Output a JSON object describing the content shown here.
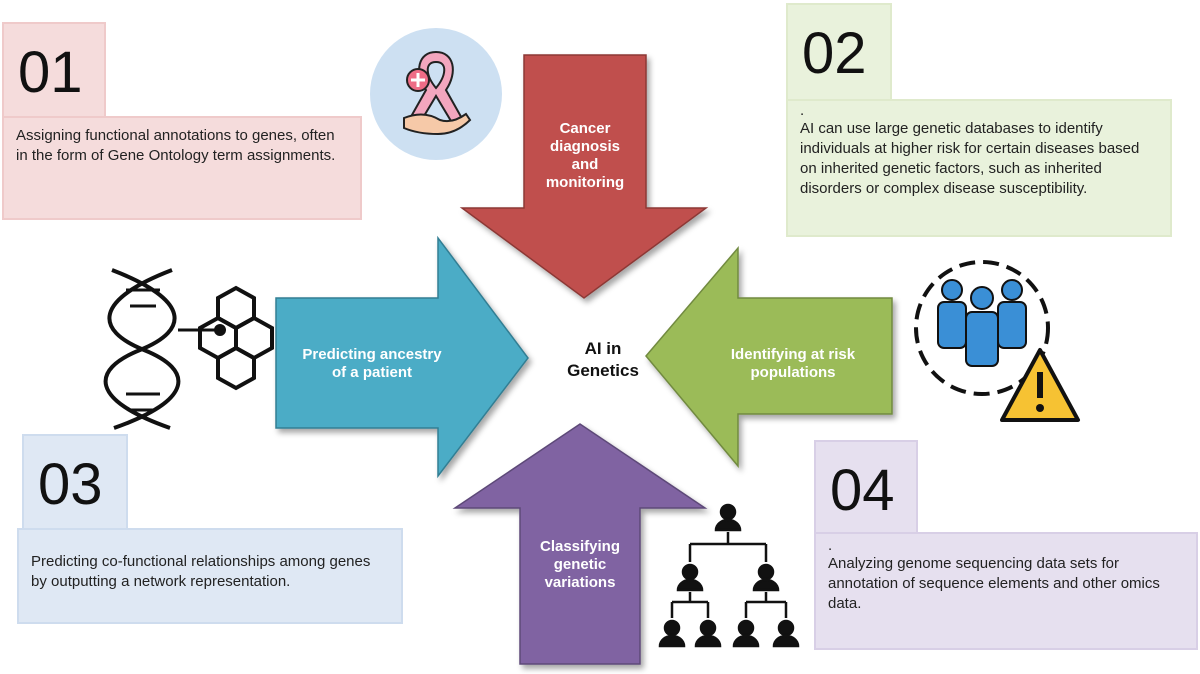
{
  "center": {
    "line1": "AI in",
    "line2": "Genetics"
  },
  "arrows": {
    "top": {
      "lines": [
        "Cancer",
        "diagnosis",
        "and",
        "monitoring"
      ],
      "color": "#c0504d"
    },
    "right": {
      "lines": [
        "Identifying at risk",
        "populations"
      ],
      "color": "#9bbb59"
    },
    "left": {
      "lines": [
        "Predicting ancestry",
        "of a patient"
      ],
      "color": "#4bacc6"
    },
    "bottom": {
      "lines": [
        "Classifying",
        "genetic",
        "variations"
      ],
      "color": "#8064a2"
    }
  },
  "cards": {
    "c01": {
      "number": "01",
      "text": "Assigning functional annotations to genes, often in the form of Gene Ontology term assignments."
    },
    "c02": {
      "number": "02",
      "dot": ".",
      "text": "AI can use large genetic databases to identify individuals at higher risk for certain diseases based on inherited genetic factors, such as inherited disorders or complex disease susceptibility."
    },
    "c03": {
      "number": "03",
      "text": "Predicting co-functional relationships among genes by outputting a network representation."
    },
    "c04": {
      "number": "04",
      "dot": ".",
      "text": "Analyzing genome sequencing data sets for annotation of sequence elements and other omics data."
    }
  },
  "icons": [
    "cancer-ribbon-icon",
    "dna-molecule-icon",
    "at-risk-group-icon",
    "warning-icon",
    "hierarchy-icon"
  ]
}
